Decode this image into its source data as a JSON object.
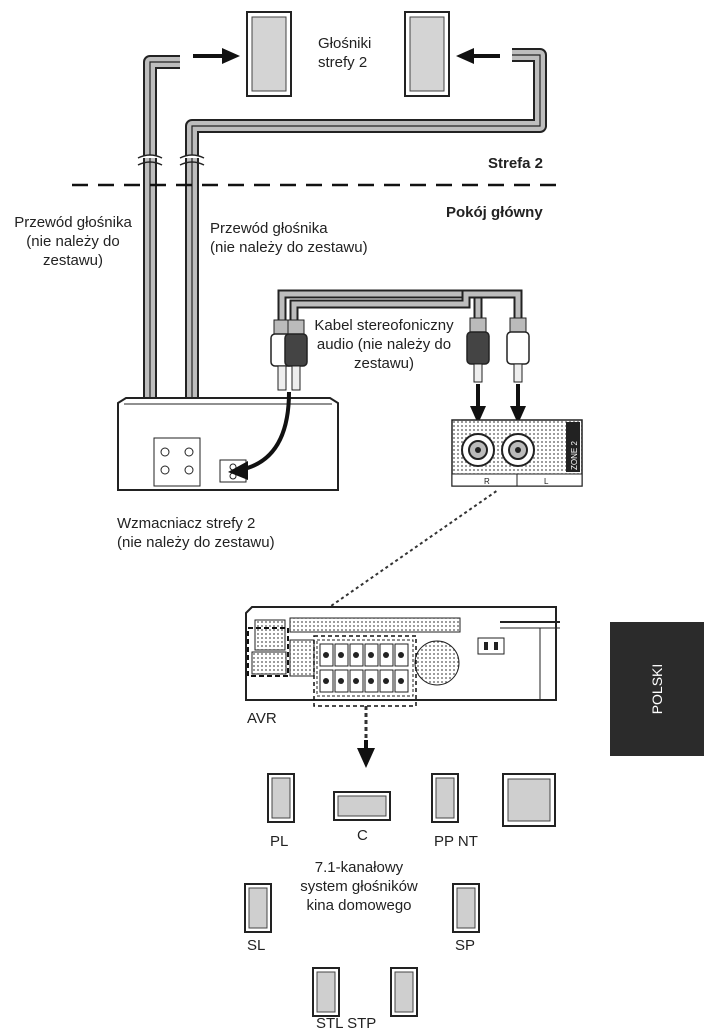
{
  "labels": {
    "zone2_speakers": [
      "Głośniki",
      "strefy 2"
    ],
    "zone2": "Strefa 2",
    "main_room": "Pokój główny",
    "speaker_wire_left": [
      "Przewód głośnika",
      "(nie należy do",
      "zestawu)"
    ],
    "speaker_wire_right": [
      "Przewód głośnika",
      "(nie należy do zestawu)"
    ],
    "stereo_cable": [
      "Kabel stereofoniczny",
      "audio (nie należy do",
      "zestawu)"
    ],
    "amplifier": [
      "Wzmacniacz strefy 2",
      "(nie należy do zestawu)"
    ],
    "avr": "AVR",
    "speakers": {
      "pl": "PL",
      "c": "C",
      "ppnt": "PP NT",
      "sl": "SL",
      "sp": "SP",
      "stlstp": "STL STP"
    },
    "system": [
      "7.1-kanałowy",
      "system głośników",
      "kina domowego"
    ]
  },
  "panel_labels": {
    "zone2_tag": "ZONE 2",
    "jack_r": "R",
    "jack_l": "L"
  },
  "side_tab": "POLSKI"
}
